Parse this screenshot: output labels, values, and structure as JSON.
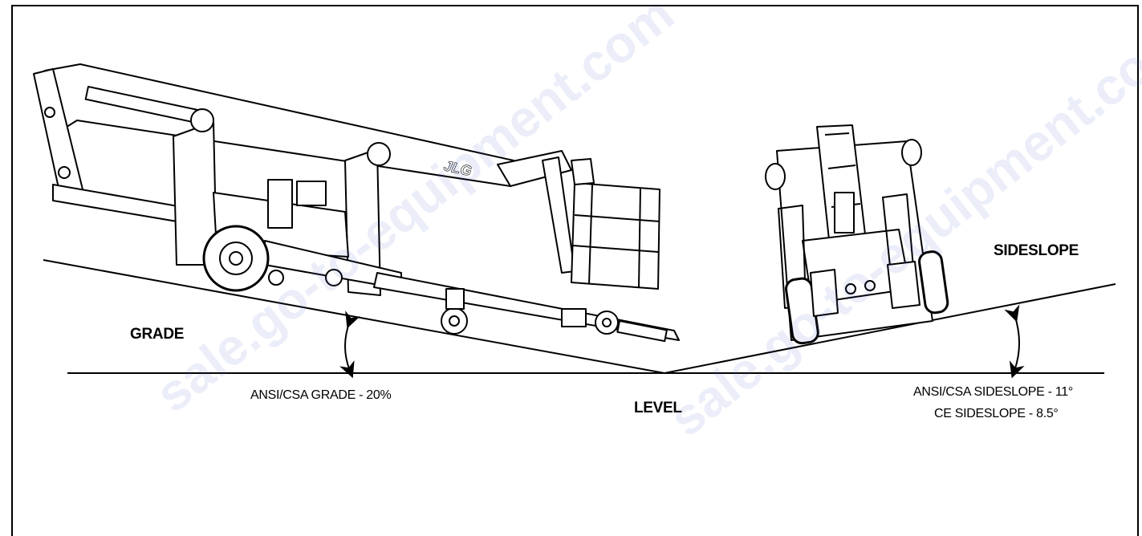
{
  "labels": {
    "grade": "GRADE",
    "sideslope": "SIDESLOPE",
    "level": "LEVEL",
    "ansi_grade": "ANSI/CSA GRADE - 20%",
    "ansi_sideslope": "ANSI/CSA SIDESLOPE - 11°",
    "ce_sideslope": "CE SIDESLOPE - 8.5°"
  },
  "brand_mark": "JLG",
  "watermarks": [
    "sale.go-to-equipment.com",
    "sale.go-to-equipment.com"
  ],
  "colors": {
    "line": "#000000",
    "background": "#ffffff",
    "watermark": "#3c50c8"
  }
}
